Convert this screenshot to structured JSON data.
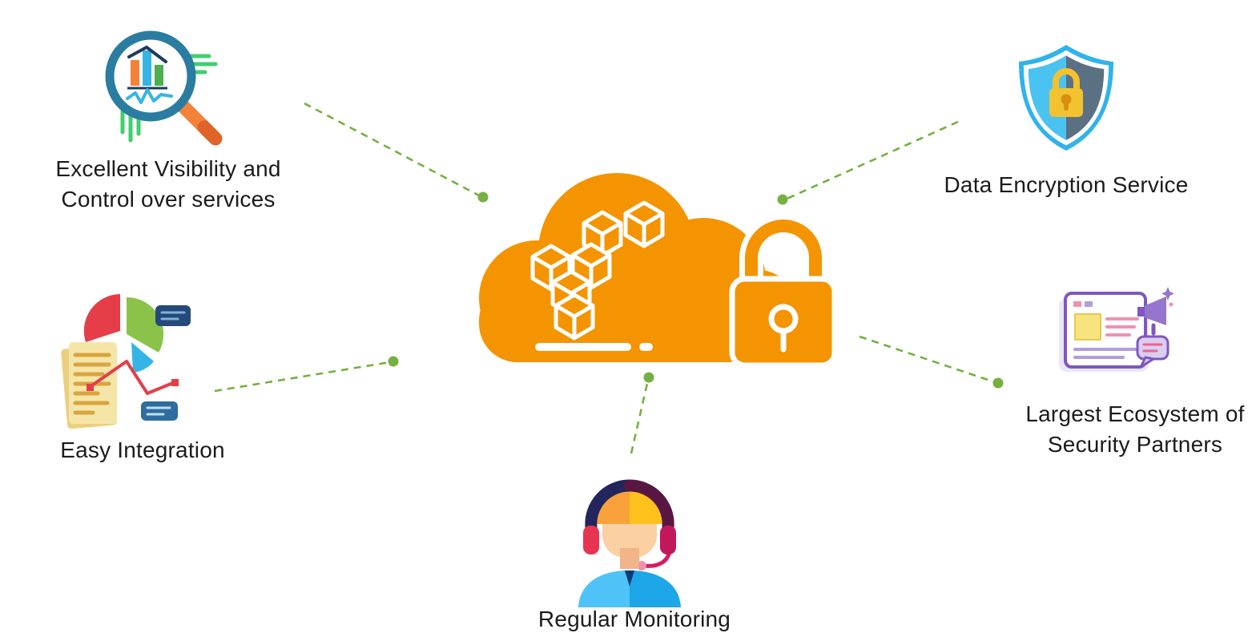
{
  "diagram": {
    "center_icon": "aws-cloud-with-padlock",
    "colors": {
      "cloud_orange": "#F49400",
      "connector_green": "#76B041",
      "text": "#1B1B1B"
    },
    "features": [
      {
        "id": "visibility",
        "icon": "magnifier-analytics-icon",
        "lines": [
          "Excellent Visibility and",
          "Control over services"
        ]
      },
      {
        "id": "easy-integration",
        "icon": "pie-chart-documents-icon",
        "lines": [
          "Easy Integration"
        ]
      },
      {
        "id": "data-encryption",
        "icon": "shield-lock-icon",
        "lines": [
          "Data Encryption Service"
        ]
      },
      {
        "id": "security-partners",
        "icon": "news-megaphone-icon",
        "lines": [
          "Largest Ecosystem of",
          "Security Partners"
        ]
      },
      {
        "id": "regular-monitoring",
        "icon": "support-agent-icon",
        "lines": [
          "Regular Monitoring"
        ]
      }
    ]
  }
}
